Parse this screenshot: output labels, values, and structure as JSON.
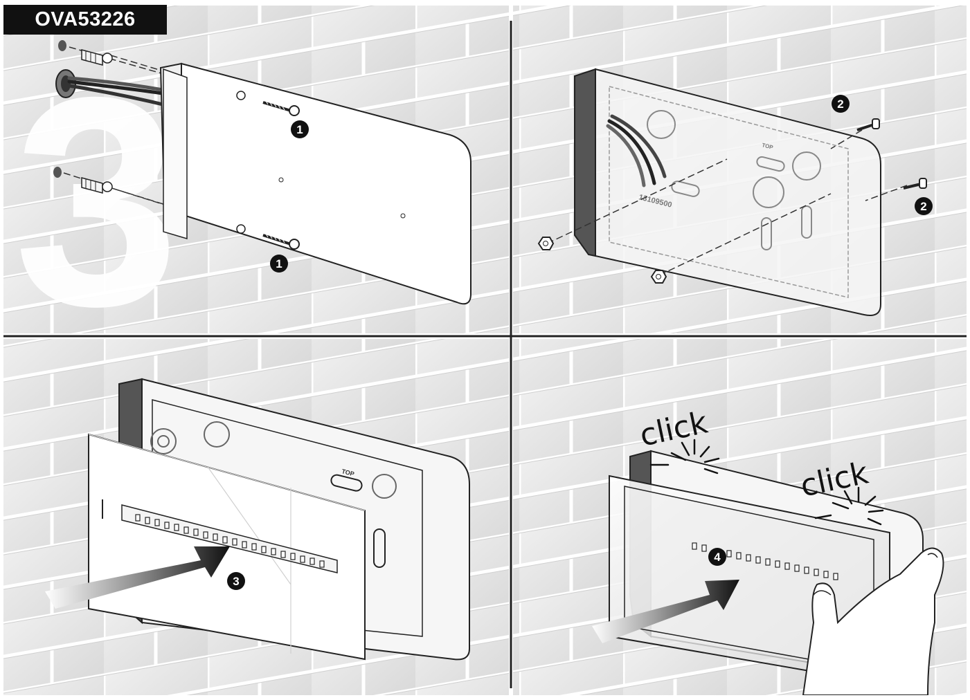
{
  "header": {
    "model_code": "OVA53226",
    "step_number": "3"
  },
  "panels": [
    {
      "id": "top-left",
      "callouts": [
        "1",
        "1"
      ]
    },
    {
      "id": "top-right",
      "callouts": [
        "2",
        "2"
      ]
    },
    {
      "id": "bottom-left",
      "callouts": [
        "3"
      ]
    },
    {
      "id": "bottom-right",
      "callouts": [
        "4"
      ],
      "sound_labels": [
        "click",
        "click"
      ]
    }
  ],
  "base_markings": {
    "top": "TOP",
    "code": "13109500"
  },
  "colors": {
    "wall": "#e6e6e6",
    "brick_line": "#ffffff",
    "divider": "#222222",
    "badge": "#111111",
    "housing": "#f2f2f2"
  },
  "icons": [
    "arrow-right-icon",
    "hand-icon",
    "screw-icon",
    "wall-plug-icon",
    "nut-icon",
    "cable-icon"
  ]
}
